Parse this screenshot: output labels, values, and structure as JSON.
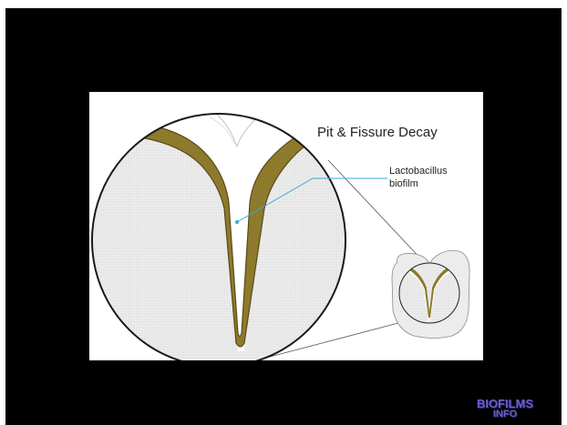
{
  "diagram": {
    "title": "Pit & Fissure Decay",
    "callout_label": "Lactobacillus biofilm",
    "colors": {
      "background": "#000000",
      "panel": "#ffffff",
      "enamel_fill": "#e9e9e9",
      "biofilm": "#8d7a2c",
      "biofilm_edge": "#5a4a18",
      "callout_line": "#3aa8d8",
      "outline": "#222222",
      "brand": "#6b5fc9"
    }
  },
  "branding": {
    "line1": "BIOFILMS",
    "line2": "INFO"
  }
}
